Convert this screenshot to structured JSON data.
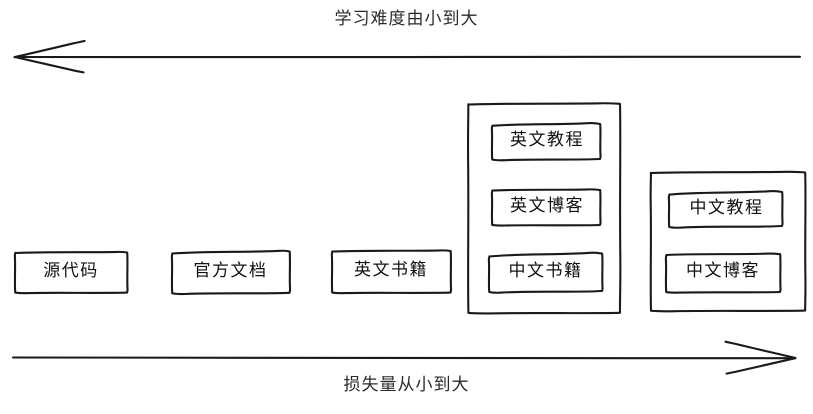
{
  "diagram": {
    "type": "hand-drawn-axis-diagram",
    "style": "sketch",
    "stroke_color": "#1a1a1a",
    "background_color": "#ffffff",
    "axes": {
      "top": {
        "label": "学习难度由小到大",
        "direction": "left",
        "arrow_head": "left-end"
      },
      "bottom": {
        "label": "损失量从小到大",
        "direction": "right",
        "arrow_head": "right-end"
      }
    },
    "nodes": [
      {
        "id": "source-code",
        "label": "源代码",
        "group": null
      },
      {
        "id": "official-docs",
        "label": "官方文档",
        "group": null
      },
      {
        "id": "english-books",
        "label": "英文书籍",
        "group": null
      },
      {
        "id": "english-tutorial",
        "label": "英文教程",
        "group": "group-1"
      },
      {
        "id": "english-blog",
        "label": "英文博客",
        "group": "group-1"
      },
      {
        "id": "chinese-books",
        "label": "中文书籍",
        "group": "group-1"
      },
      {
        "id": "chinese-tutorial",
        "label": "中文教程",
        "group": "group-2"
      },
      {
        "id": "chinese-blog",
        "label": "中文博客",
        "group": "group-2"
      }
    ],
    "groups": [
      {
        "id": "group-1",
        "label": "",
        "members": [
          "英文教程",
          "英文博客",
          "中文书籍"
        ]
      },
      {
        "id": "group-2",
        "label": "",
        "members": [
          "中文教程",
          "中文博客"
        ]
      }
    ]
  }
}
